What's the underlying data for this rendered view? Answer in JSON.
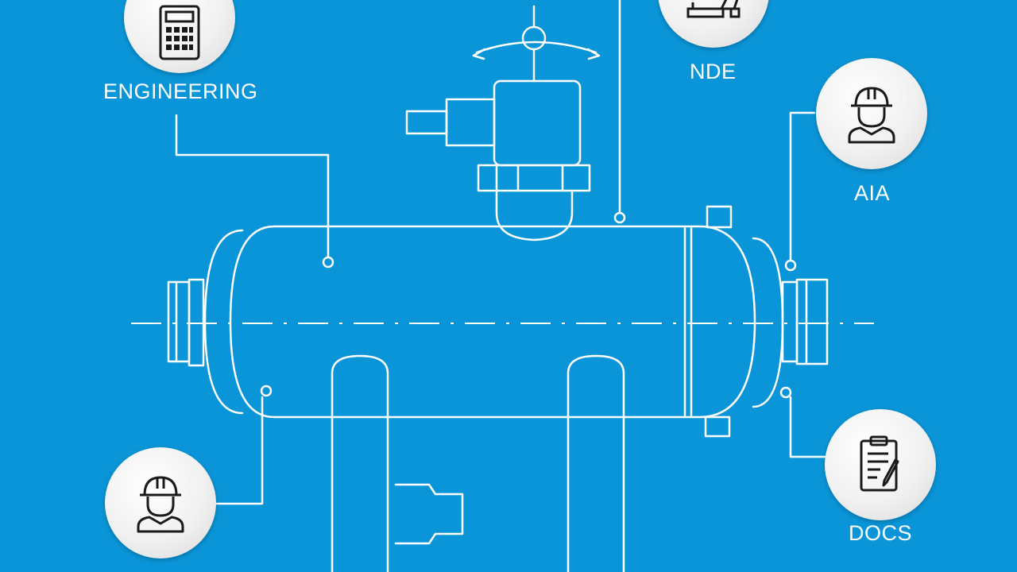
{
  "colors": {
    "background": "#0a95d8",
    "line": "#ffffff",
    "badge": "#f1f1f1",
    "icon": "#1a1a1a"
  },
  "nodes": [
    {
      "id": "engineering",
      "label": "ENGINEERING",
      "icon": "calculator-icon"
    },
    {
      "id": "nde",
      "label": "NDE",
      "icon": "inspection-probe-icon"
    },
    {
      "id": "aia",
      "label": "AIA",
      "icon": "hard-hat-worker-icon"
    },
    {
      "id": "inspector",
      "label": "",
      "icon": "hard-hat-worker-icon"
    },
    {
      "id": "docs",
      "label": "DOCS",
      "icon": "clipboard-icon"
    }
  ]
}
